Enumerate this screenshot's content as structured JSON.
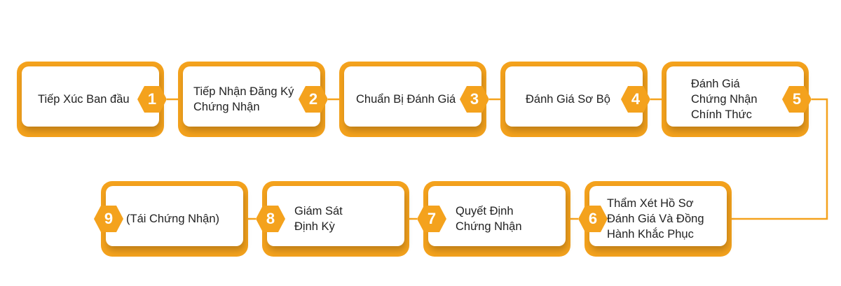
{
  "colors": {
    "accent": "#f4a21d",
    "card": "#ffffff",
    "text": "#222222"
  },
  "steps": [
    {
      "number": "1",
      "lines": [
        "Tiếp Xúc Ban đầu"
      ]
    },
    {
      "number": "2",
      "lines": [
        "Tiếp Nhận Đăng Ký",
        "Chứng Nhận"
      ]
    },
    {
      "number": "3",
      "lines": [
        "Chuẩn Bị Đánh Giá"
      ]
    },
    {
      "number": "4",
      "lines": [
        "Đánh Giá Sơ Bộ"
      ]
    },
    {
      "number": "5",
      "lines": [
        "Đánh Giá",
        "Chứng Nhận",
        "Chính Thức"
      ]
    },
    {
      "number": "6",
      "lines": [
        "Thẩm Xét Hồ Sơ",
        "Đánh Giá Và Đồng",
        "Hành Khắc Phục"
      ]
    },
    {
      "number": "7",
      "lines": [
        "Quyết Định",
        "Chứng Nhận"
      ]
    },
    {
      "number": "8",
      "lines": [
        "Giám Sát",
        "Định Kỳ"
      ]
    },
    {
      "number": "9",
      "lines": [
        "(Tái Chứng Nhận)"
      ]
    }
  ]
}
